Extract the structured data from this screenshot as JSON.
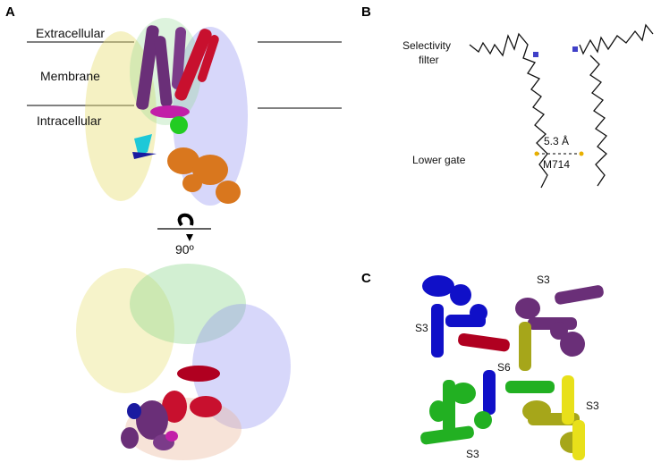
{
  "panels": {
    "a": {
      "letter": "A",
      "extracellular": "Extracellular",
      "membrane": "Membrane",
      "intracellular": "Intracellular",
      "rotation": "90º"
    },
    "b": {
      "letter": "B",
      "selectivity_line1": "Selectivity",
      "selectivity_line2": "filter",
      "lower_gate": "Lower gate",
      "distance": "5.3 Å",
      "residue": "M714"
    },
    "c": {
      "letter": "C",
      "labels": [
        "S3",
        "S3",
        "S6",
        "S3",
        "S3"
      ]
    }
  },
  "colors": {
    "yellow": "#e8e07a",
    "green": "#8fd88f",
    "blue": "#8c8cf0",
    "purple": "#6a2f78",
    "red": "#c8102e",
    "magenta": "#c21fa8",
    "lime": "#22cc22",
    "orange": "#d9771e",
    "cyan": "#1ec8d8",
    "navy": "#1a1aa0",
    "c_blue": "#1010c8",
    "c_purple": "#6a2f78",
    "c_red": "#b00020",
    "c_olive": "#a6a61a",
    "c_green": "#22b022",
    "c_yellow": "#e8e01a"
  }
}
